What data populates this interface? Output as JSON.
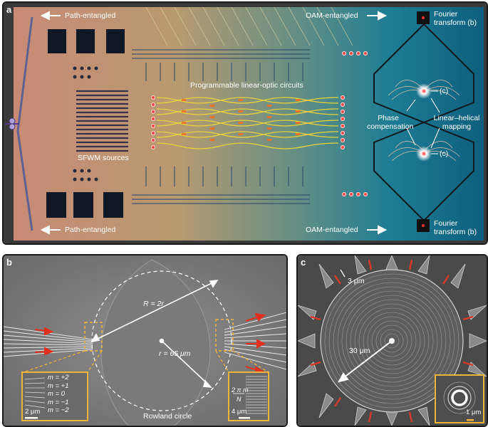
{
  "panel_a": {
    "label": "a",
    "path_entangled_top": "Path-entangled",
    "path_entangled_bottom": "Path-entangled",
    "oam_entangled_top": "OAM-entangled",
    "oam_entangled_bottom": "OAM-entangled",
    "fourier_top": "Fourier transform (b)",
    "fourier_bottom": "Fourier transform (b)",
    "programmable": "Programmable linear-optic circuits",
    "sfwm": "SFWM sources",
    "phase_comp": "Phase compensation",
    "linear_helical": "Linear–helical mapping",
    "ref_c_top": "(c)",
    "ref_c_bottom": "(c)"
  },
  "panel_b": {
    "label": "b",
    "R_eq": "R = 2r",
    "r_eq": "r = 65 μm",
    "rowland": "Rowland circle",
    "m_labels": [
      "m = +2",
      "m = +1",
      "m = 0",
      "m = −1",
      "m = −2"
    ],
    "scale_left": "2 μm",
    "scale_right": "4 μm",
    "inset_right_label1": "2 π m",
    "inset_right_label2": "N"
  },
  "panel_c": {
    "label": "c",
    "dim_3um": "3 μm",
    "dim_30um": "30 μm",
    "scale_inset": "1 μm"
  },
  "colors": {
    "accent_yellow": "#f0b43c",
    "arrow_red": "#e03020",
    "waveguide_red": "#d83a2a"
  }
}
